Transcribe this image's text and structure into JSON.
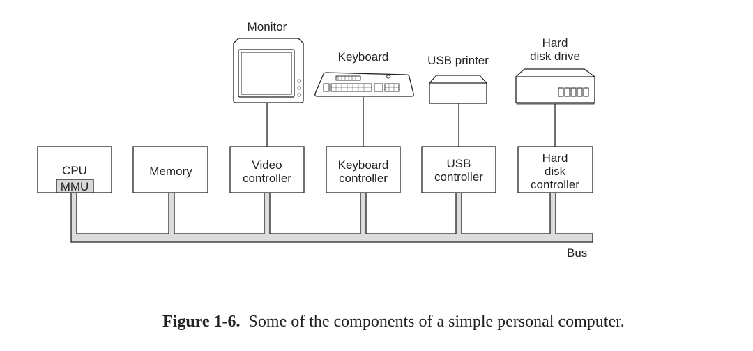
{
  "diagram": {
    "devices": {
      "monitor": "Monitor",
      "keyboard": "Keyboard",
      "usb_printer": "USB printer",
      "hdd_line1": "Hard",
      "hdd_line2": "disk drive"
    },
    "boxes": {
      "cpu": "CPU",
      "mmu": "MMU",
      "memory": "Memory",
      "video_l1": "Video",
      "video_l2": "controller",
      "keyboard_l1": "Keyboard",
      "keyboard_l2": "controller",
      "usb_l1": "USB",
      "usb_l2": "controller",
      "hdc_l1": "Hard",
      "hdc_l2": "disk",
      "hdc_l3": "controller"
    },
    "bus_label": "Bus"
  },
  "caption": {
    "label": "Figure 1-6.",
    "text": "Some of the components of a simple personal computer."
  },
  "colors": {
    "bus_fill": "#dcdcdc",
    "line": "#222222"
  }
}
